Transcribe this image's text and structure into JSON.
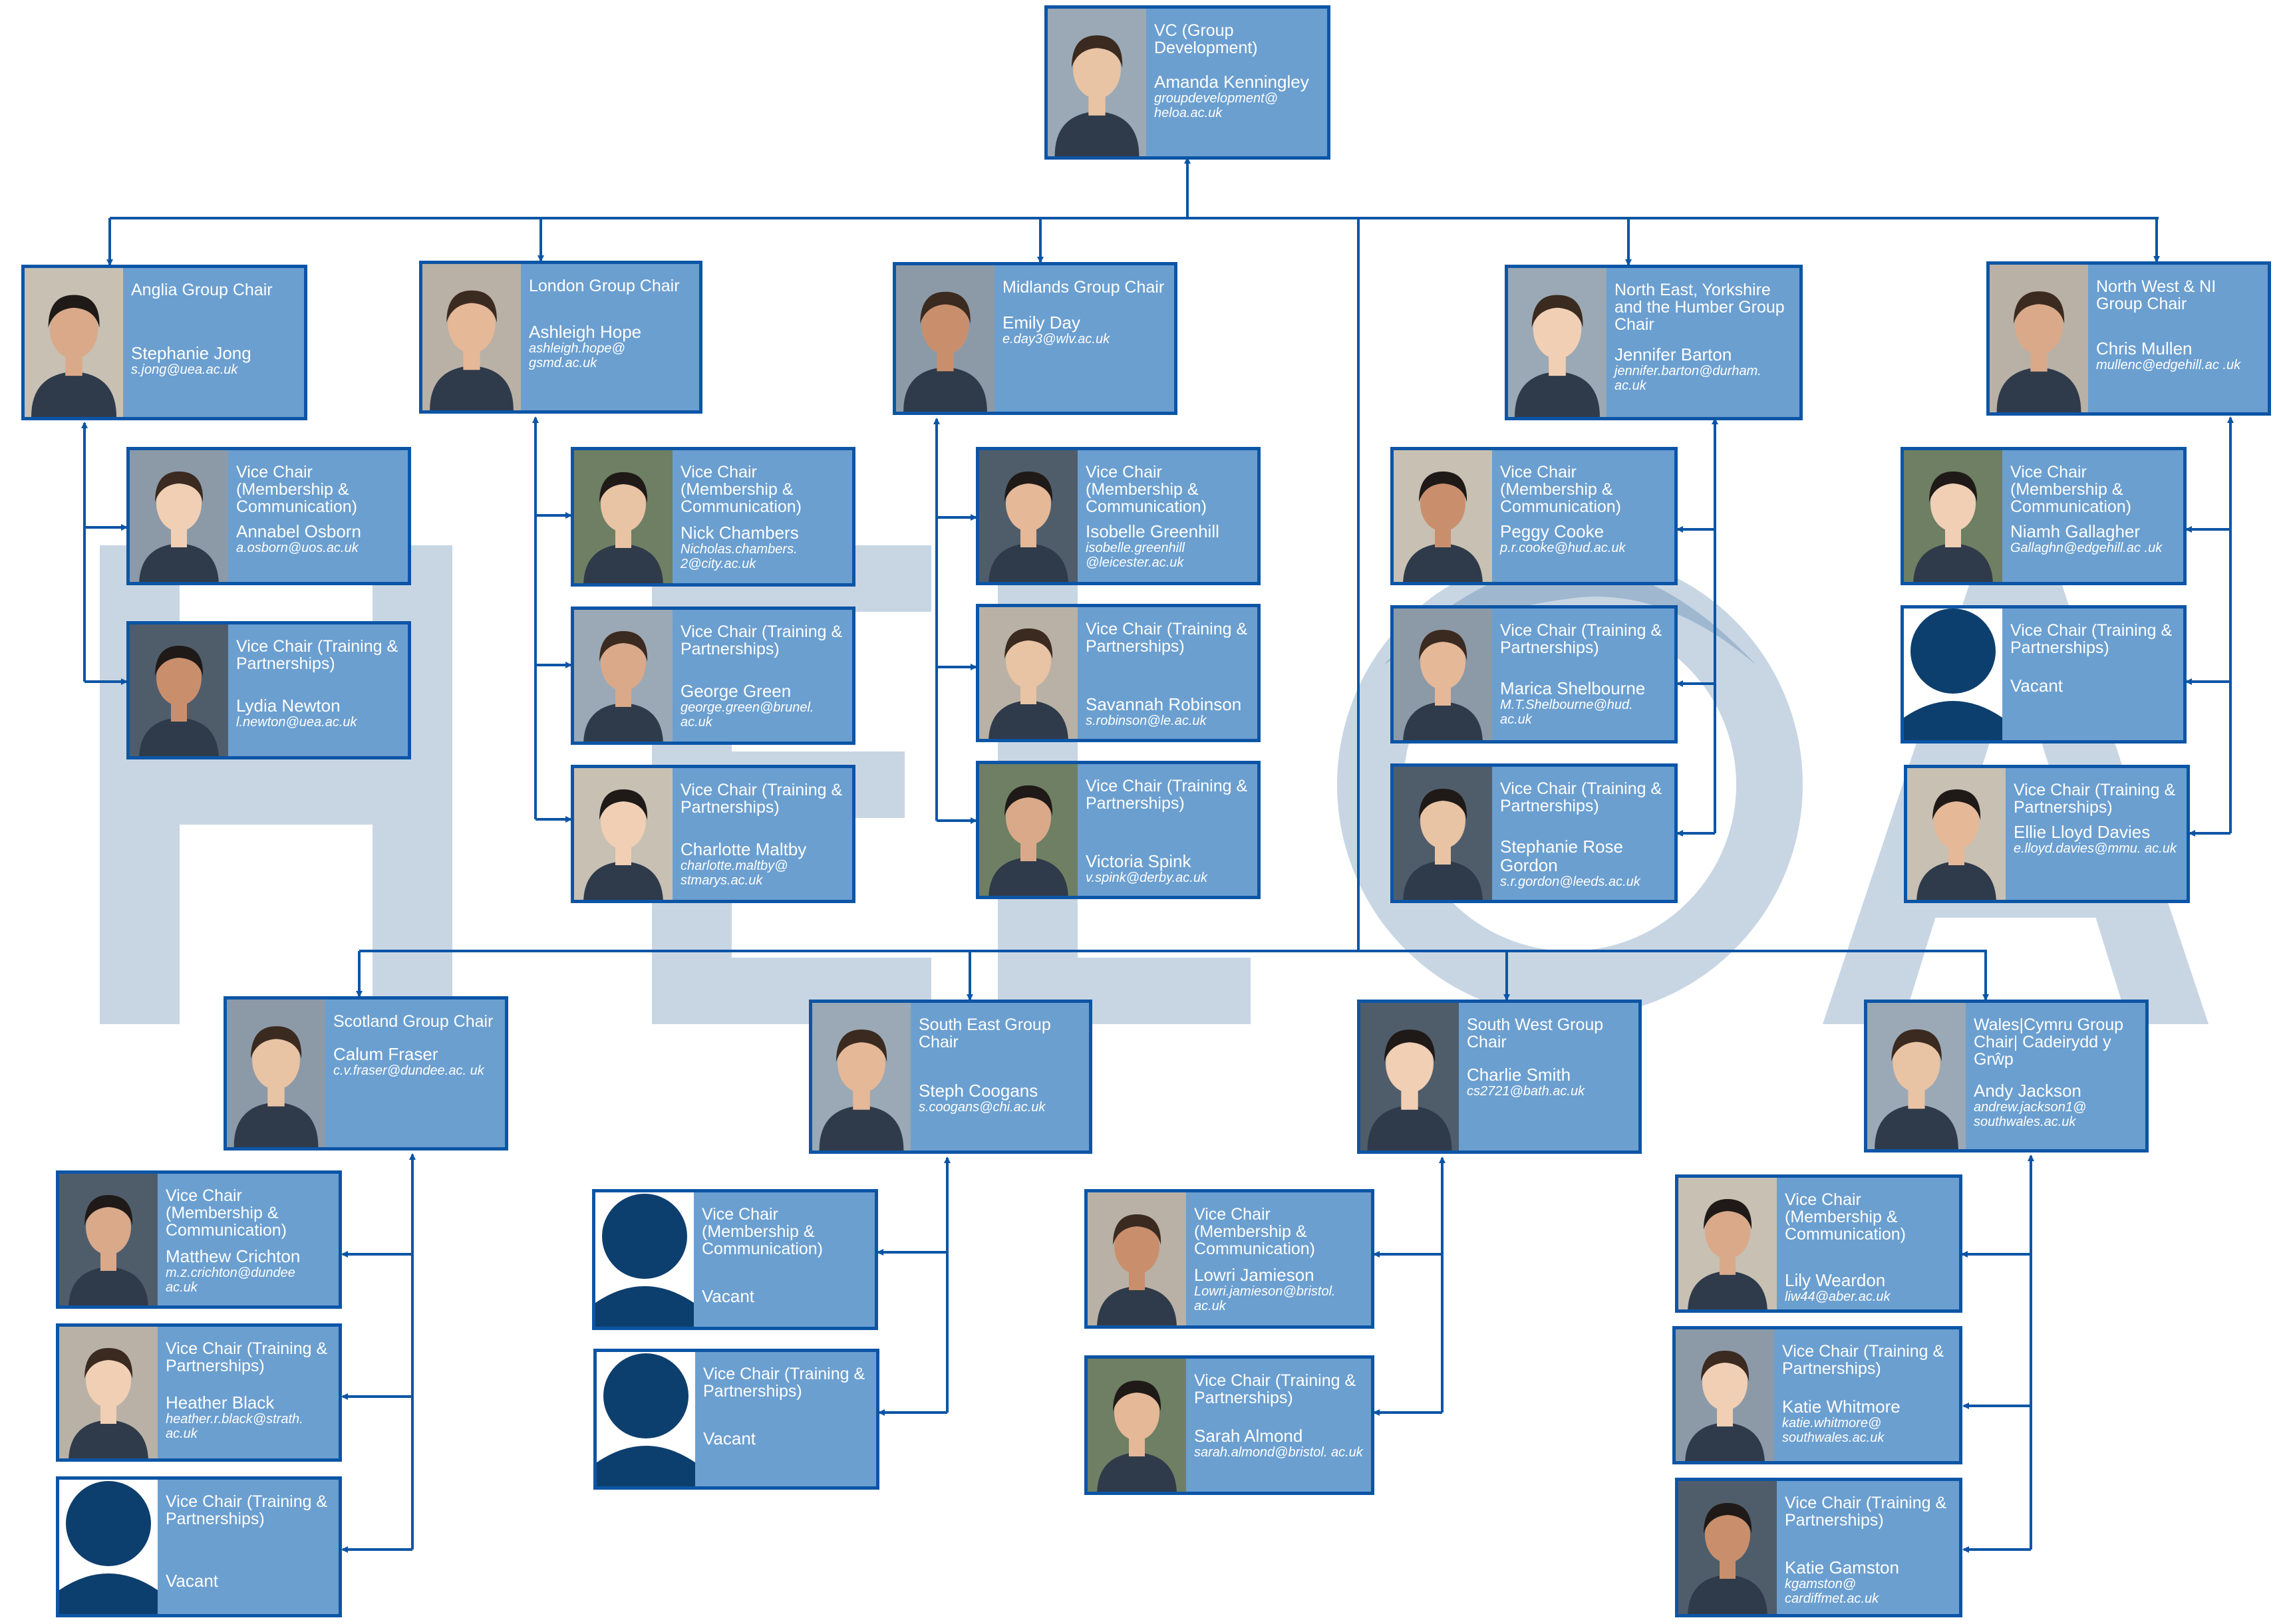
{
  "watermark": {
    "letters": [
      "H",
      "E",
      "L",
      "O",
      "A"
    ],
    "color": "#c8d6e4"
  },
  "colors": {
    "card_fill": "#6b9fd0",
    "card_border": "#0c55a6",
    "connector": "#0c55a6",
    "vacant_avatar": "#0d3f6e"
  },
  "top": {
    "id": "vc",
    "role": "VC (Group Development)",
    "name": "Amanda Kenningley",
    "email": "groupdevelopment@ heloa.ac.uk",
    "photo": "person"
  },
  "groups": [
    {
      "id": "anglia",
      "chair": {
        "role": "Anglia Group Chair",
        "name": "Stephanie Jong",
        "email": "s.jong@uea.ac.uk",
        "photo": "person"
      },
      "vices": [
        {
          "role": "Vice Chair (Membership & Communication)",
          "name": "Annabel Osborn",
          "email": "a.osborn@uos.ac.uk",
          "photo": "person"
        },
        {
          "role": "Vice Chair (Training & Partnerships)",
          "name": "Lydia Newton",
          "email": "l.newton@uea.ac.uk",
          "photo": "person"
        }
      ]
    },
    {
      "id": "london",
      "chair": {
        "role": "London Group Chair",
        "name": "Ashleigh Hope",
        "email": "ashleigh.hope@ gsmd.ac.uk",
        "photo": "person"
      },
      "vices": [
        {
          "role": "Vice Chair (Membership & Communication)",
          "name": "Nick Chambers",
          "email": "Nicholas.chambers. 2@city.ac.uk",
          "photo": "person"
        },
        {
          "role": "Vice Chair (Training & Partnerships)",
          "name": "George Green",
          "email": "george.green@brunel. ac.uk",
          "photo": "person"
        },
        {
          "role": "Vice Chair (Training & Partnerships)",
          "name": "Charlotte Maltby",
          "email": "charlotte.maltby@ stmarys.ac.uk",
          "photo": "person"
        }
      ]
    },
    {
      "id": "midlands",
      "chair": {
        "role": "Midlands Group Chair",
        "name": "Emily Day",
        "email": "e.day3@wlv.ac.uk",
        "photo": "person"
      },
      "vices": [
        {
          "role": "Vice Chair (Membership & Communication)",
          "name": "Isobelle Greenhill",
          "email": "isobelle.greenhill @leicester.ac.uk",
          "photo": "person"
        },
        {
          "role": "Vice Chair (Training & Partnerships)",
          "name": "Savannah Robinson",
          "email": "s.robinson@le.ac.uk",
          "photo": "person"
        },
        {
          "role": "Vice Chair (Training & Partnerships)",
          "name": "Victoria Spink",
          "email": "v.spink@derby.ac.uk",
          "photo": "person"
        }
      ]
    },
    {
      "id": "neyh",
      "chair": {
        "role": "North East, Yorkshire and the Humber Group Chair",
        "name": "Jennifer Barton",
        "email": "jennifer.barton@durham. ac.uk",
        "photo": "person"
      },
      "vices": [
        {
          "role": "Vice Chair (Membership & Communication)",
          "name": "Peggy Cooke",
          "email": "p.r.cooke@hud.ac.uk",
          "photo": "person"
        },
        {
          "role": "Vice Chair (Training & Partnerships)",
          "name": "Marica Shelbourne",
          "email": "M.T.Shelbourne@hud. ac.uk",
          "photo": "person"
        },
        {
          "role": "Vice Chair (Training & Partnerships)",
          "name": "Stephanie Rose Gordon",
          "email": "s.r.gordon@leeds.ac.uk",
          "photo": "person"
        }
      ]
    },
    {
      "id": "nwni",
      "chair": {
        "role": "North West & NI Group Chair",
        "name": "Chris Mullen",
        "email": "mullenc@edgehill.ac .uk",
        "photo": "person"
      },
      "vices": [
        {
          "role": "Vice Chair (Membership & Communication)",
          "name": "Niamh Gallagher",
          "email": "Gallaghn@edgehill.ac .uk",
          "photo": "person"
        },
        {
          "role": "Vice Chair (Training & Partnerships)",
          "name": "Vacant",
          "email": "",
          "photo": "vacant"
        },
        {
          "role": "Vice Chair (Training & Partnerships)",
          "name": "Ellie Lloyd Davies",
          "email": "e.lloyd.davies@mmu. ac.uk",
          "photo": "person"
        }
      ]
    },
    {
      "id": "scotland",
      "chair": {
        "role": "Scotland Group Chair",
        "name": "Calum Fraser",
        "email": "c.v.fraser@dundee.ac. uk",
        "photo": "person"
      },
      "vices": [
        {
          "role": "Vice Chair (Membership & Communication)",
          "name": "Matthew Crichton",
          "email": "m.z.crichton@dundee ac.uk",
          "photo": "person"
        },
        {
          "role": "Vice Chair (Training & Partnerships)",
          "name": "Heather Black",
          "email": "heather.r.black@strath. ac.uk",
          "photo": "person"
        },
        {
          "role": "Vice Chair (Training & Partnerships)",
          "name": "Vacant",
          "email": "",
          "photo": "vacant"
        }
      ]
    },
    {
      "id": "southeast",
      "chair": {
        "role": "South East Group Chair",
        "name": "Steph Coogans",
        "email": "s.coogans@chi.ac.uk",
        "photo": "person"
      },
      "vices": [
        {
          "role": "Vice Chair (Membership & Communication)",
          "name": "Vacant",
          "email": "",
          "photo": "vacant"
        },
        {
          "role": "Vice Chair (Training & Partnerships)",
          "name": "Vacant",
          "email": "",
          "photo": "vacant"
        }
      ]
    },
    {
      "id": "southwest",
      "chair": {
        "role": "South West Group Chair",
        "name": "Charlie Smith",
        "email": "cs2721@bath.ac.uk",
        "photo": "person"
      },
      "vices": [
        {
          "role": "Vice Chair (Membership & Communication)",
          "name": "Lowri Jamieson",
          "email": "Lowri.jamieson@bristol. ac.uk",
          "photo": "person"
        },
        {
          "role": "Vice Chair (Training & Partnerships)",
          "name": "Sarah Almond",
          "email": "sarah.almond@bristol. ac.uk",
          "photo": "person"
        }
      ]
    },
    {
      "id": "wales",
      "chair": {
        "role": "Wales|Cymru Group Chair| Cadeirydd y Grŵp",
        "name": "Andy Jackson",
        "email": "andrew.jackson1@ southwales.ac.uk",
        "photo": "person"
      },
      "vices": [
        {
          "role": "Vice Chair (Membership & Communication)",
          "name": "Lily Weardon",
          "email": "liw44@aber.ac.uk",
          "photo": "person"
        },
        {
          "role": "Vice Chair (Training & Partnerships)",
          "name": "Katie Whitmore",
          "email": "katie.whitmore@ southwales.ac.uk",
          "photo": "person"
        },
        {
          "role": "Vice Chair (Training & Partnerships)",
          "name": "Katie Gamston",
          "email": "kgamston@ cardiffmet.ac.uk",
          "photo": "person"
        }
      ]
    }
  ]
}
